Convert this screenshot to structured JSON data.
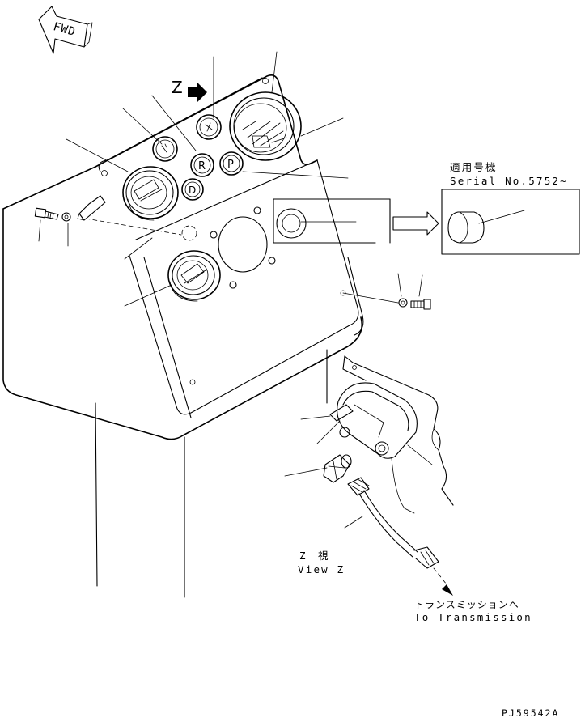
{
  "labels": {
    "fwd": "FWD",
    "z_marker": "Z",
    "applicable_serial_jp": "適用号機",
    "applicable_serial_en": "Serial No.5752~",
    "view_z_jp": "Z 視",
    "view_z_en": "View Z",
    "to_transmission_jp": "トランスミッションへ",
    "to_transmission_en": "To Transmission",
    "drawing_code": "PJ59542A"
  },
  "gauge_markings": {
    "gauge_r": "R",
    "gauge_p": "P",
    "gauge_d": "D"
  }
}
